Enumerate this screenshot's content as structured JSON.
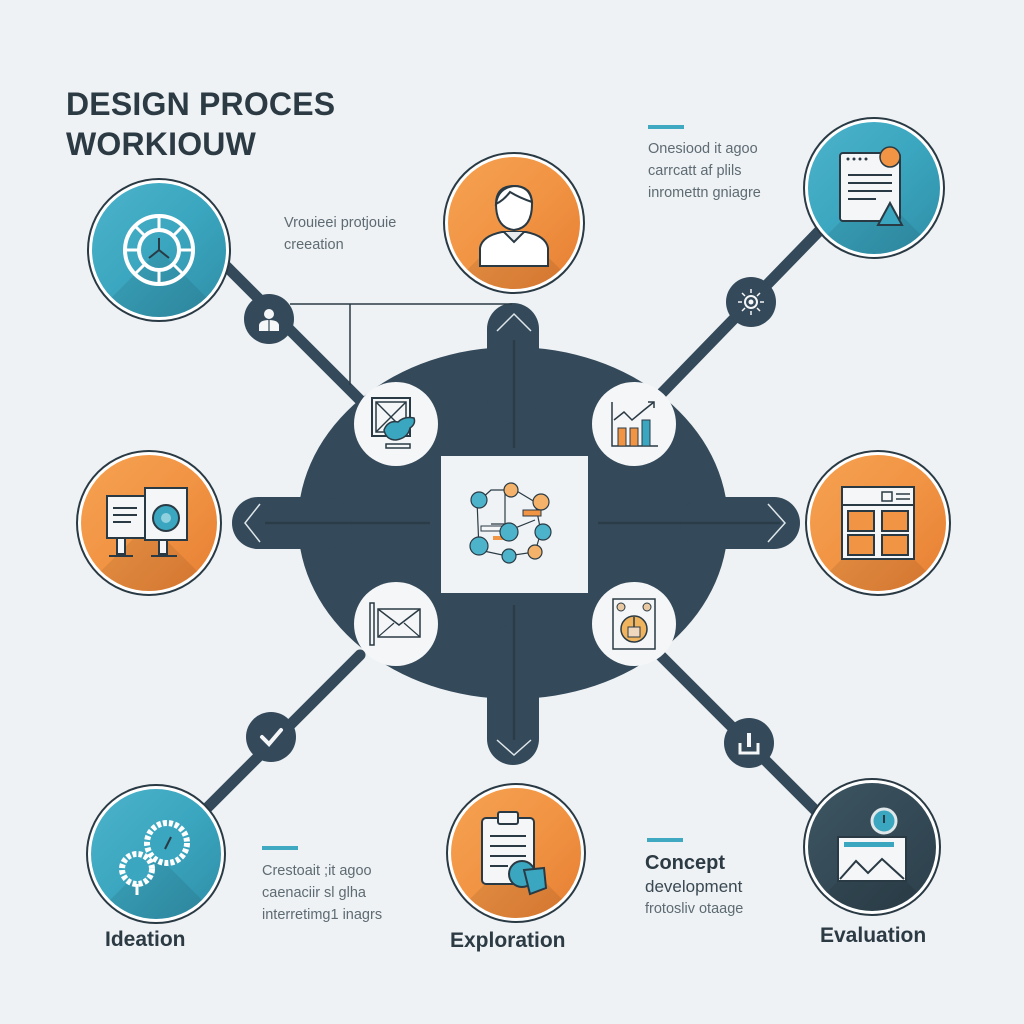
{
  "title": {
    "line1": "DESIGN PROCES",
    "line2": "WORKIOUW"
  },
  "notes": {
    "top_middle": {
      "line1": "Vrouieei protjouie",
      "line2": "creeation"
    },
    "top_right": {
      "line1": "Onesiood it agoo",
      "line2": "carrcatt af plils",
      "line3": "inromettn gniagre"
    },
    "bottom_left": {
      "line1": "Crestoait ;it agoo",
      "line2": "caenaciir sl glha",
      "line3": "interretimg1 inagrs"
    },
    "bottom_right": {
      "heading1": "Concept",
      "heading2": "development",
      "line3": "frotosliv otaage"
    }
  },
  "stages": {
    "ideation": "Ideation",
    "exploration": "Exploration",
    "evaluation": "Evaluation"
  },
  "nodes": [
    {
      "id": "top-left",
      "color": "teal",
      "icon": "dial-wheel-icon"
    },
    {
      "id": "top-center",
      "color": "orange",
      "icon": "user-avatar-icon"
    },
    {
      "id": "top-right",
      "color": "teal",
      "icon": "document-note-icon"
    },
    {
      "id": "middle-left",
      "color": "orange",
      "icon": "display-boards-icon"
    },
    {
      "id": "middle-right",
      "color": "orange",
      "icon": "layout-grid-icon"
    },
    {
      "id": "bottom-left",
      "color": "teal",
      "icon": "gears-icon"
    },
    {
      "id": "bottom-center",
      "color": "orange",
      "icon": "clipboard-icon"
    },
    {
      "id": "bottom-right",
      "color": "dark",
      "icon": "image-window-icon"
    }
  ],
  "hub": {
    "inner_icons": [
      "frame-hand-icon",
      "bar-chart-icon",
      "envelope-icon",
      "speaker-icon"
    ],
    "center_icon": "network-nodes-icon",
    "arrows": [
      "up",
      "down",
      "left",
      "right"
    ]
  },
  "colors": {
    "background": "#eef2f4",
    "hub": "#34495a",
    "teal": "#3ba6bf",
    "orange": "#f19444",
    "text_dark": "#2c3a44",
    "text_muted": "#5e6b73"
  }
}
